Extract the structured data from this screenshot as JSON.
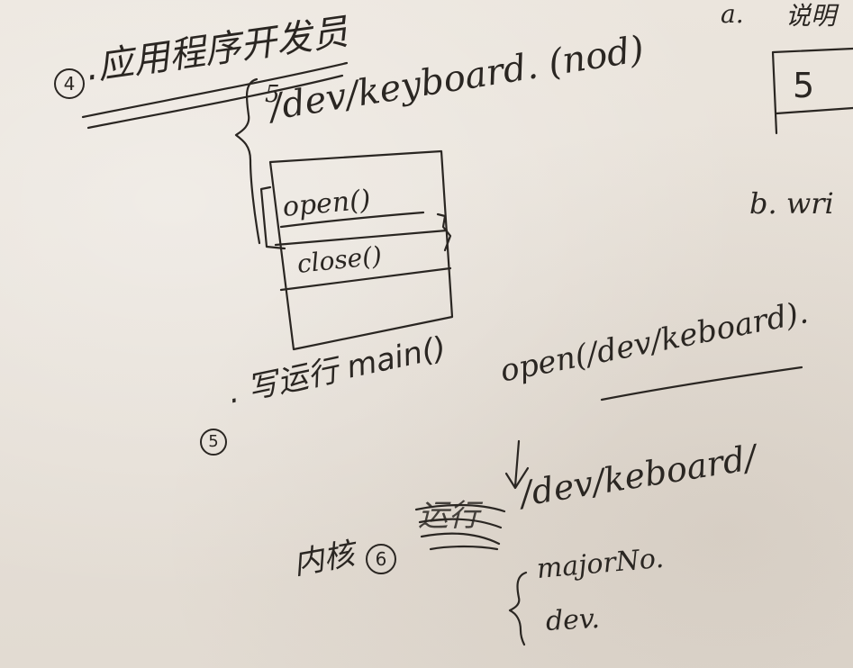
{
  "note": {
    "step4": {
      "number": "4",
      "heading": ".应用程序开发员"
    },
    "brace_top_number": "5",
    "device_path": "/dev/keyboard. (nod)",
    "box_items": [
      "open()",
      "close()"
    ],
    "step5": {
      "number": "5",
      "text": ". 写运行 main()"
    },
    "open_call": "open(/dev/keboard).",
    "kernel_label": "内核",
    "step6_number": "6",
    "crossed_text": "运行",
    "kernel_path": "/dev/keboard/",
    "brace_items": [
      "majorNo.",
      "dev."
    ],
    "right_edge": {
      "a_label": "a.",
      "a_chars": "说明",
      "box_value": "5",
      "b_label": "b. wri"
    }
  }
}
